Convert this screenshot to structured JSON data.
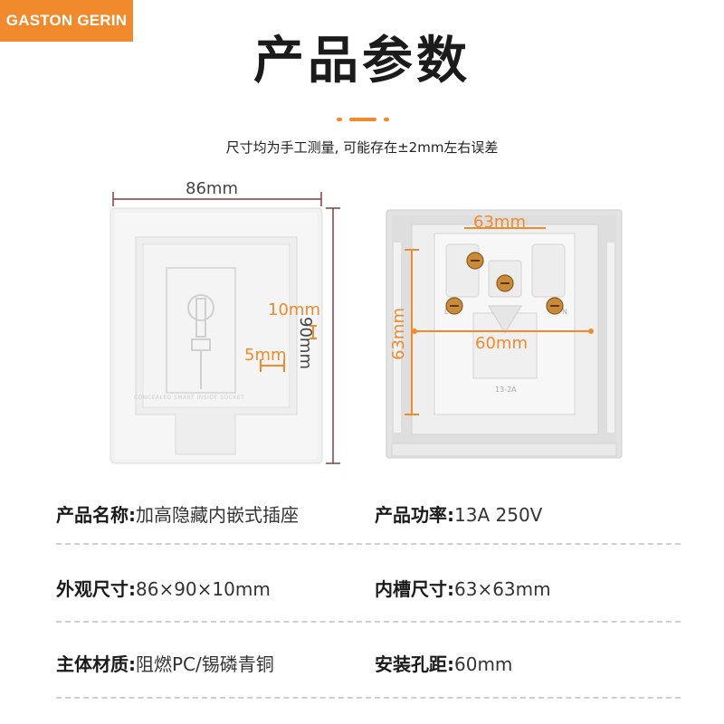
{
  "brand": "GASTON GERIN",
  "title": "产品参数",
  "note": "尺寸均为手工测量, 可能存在±2mm左右误差",
  "left_figure": {
    "width_label": "86mm",
    "height_label": "90mm",
    "depth_label": "10mm",
    "offset_label": "5mm",
    "embossed_text": "CONCEALED SMART INSIDE SOCKET"
  },
  "right_figure": {
    "inner_width_label": "63mm",
    "inner_height_label": "63mm",
    "hole_distance_label": "60mm",
    "terminal_mark_l": "L",
    "terminal_mark_n": "N",
    "plate_mark": "13-2A"
  },
  "specs": [
    {
      "key": "产品名称:",
      "value": "加高隐藏内嵌式插座"
    },
    {
      "key": "产品功率:",
      "value": "13A 250V"
    },
    {
      "key": "外观尺寸:",
      "value": "86×90×10mm"
    },
    {
      "key": "内槽尺寸:",
      "value": "63×63mm"
    },
    {
      "key": "主体材质:",
      "value": "阻燃PC/锡磷青铜"
    },
    {
      "key": "安装孔距:",
      "value": "60mm"
    }
  ],
  "colors": {
    "accent": "#f08a2c",
    "text": "#1b1b1b",
    "divider": "#cfcfcf"
  }
}
